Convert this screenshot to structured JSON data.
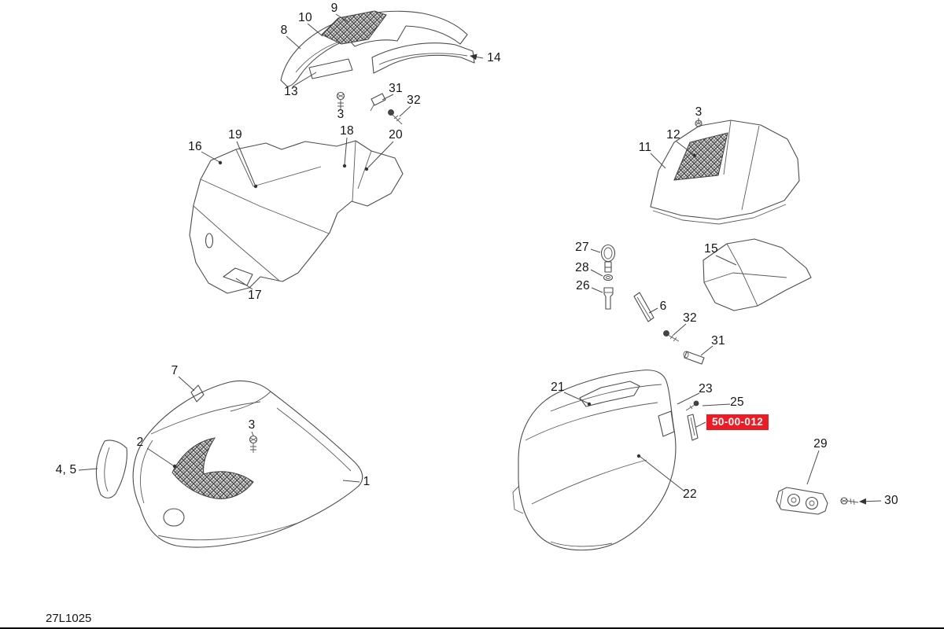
{
  "page": {
    "diagram_code": "27L1025"
  },
  "colors": {
    "line": "#4d4d4d",
    "highlight_bg": "#ed1c24",
    "highlight_text": "#ffffff"
  },
  "highlight": {
    "part_number": "50-00-012"
  },
  "callouts": [
    {
      "ref": "9"
    },
    {
      "ref": "10"
    },
    {
      "ref": "8"
    },
    {
      "ref": "13"
    },
    {
      "ref": "14"
    },
    {
      "ref": "3"
    },
    {
      "ref": "31"
    },
    {
      "ref": "32"
    },
    {
      "ref": "16"
    },
    {
      "ref": "19"
    },
    {
      "ref": "18"
    },
    {
      "ref": "20"
    },
    {
      "ref": "17"
    },
    {
      "ref": "11"
    },
    {
      "ref": "12"
    },
    {
      "ref": "3"
    },
    {
      "ref": "15"
    },
    {
      "ref": "27"
    },
    {
      "ref": "28"
    },
    {
      "ref": "26"
    },
    {
      "ref": "6"
    },
    {
      "ref": "32"
    },
    {
      "ref": "31"
    },
    {
      "ref": "21"
    },
    {
      "ref": "23"
    },
    {
      "ref": "25"
    },
    {
      "ref": "22"
    },
    {
      "ref": "29"
    },
    {
      "ref": "30"
    },
    {
      "ref": "7"
    },
    {
      "ref": "2"
    },
    {
      "ref": "3"
    },
    {
      "ref": "4, 5"
    },
    {
      "ref": "1"
    }
  ]
}
